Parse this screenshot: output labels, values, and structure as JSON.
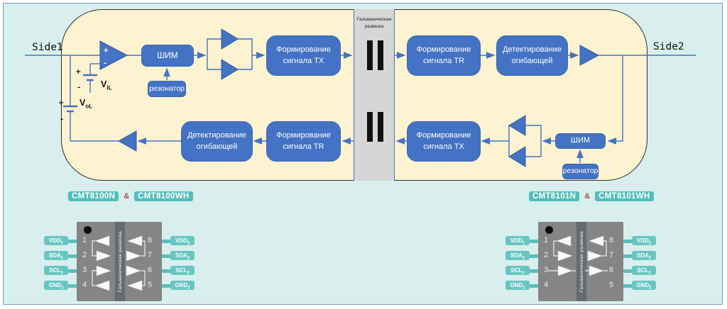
{
  "colors": {
    "accent_blue": "#4472C4",
    "cream": "#FDF3D1",
    "teal_background": "#D8EFED",
    "badge_teal": "#52BDBA",
    "chip_gray": "#858585",
    "ampersand_red": "#9E5147"
  },
  "sides": {
    "left": "Side1",
    "right": "Side2"
  },
  "isolation": {
    "label": "Гальваническая развязка"
  },
  "signs": {
    "plus": "+",
    "minus": "-"
  },
  "voltages": {
    "input": {
      "main": "V",
      "sub": "IL"
    },
    "output": {
      "main": "V",
      "sub": "oL"
    }
  },
  "flow": {
    "pwm_top": "ШИМ",
    "resonator_top": "резонатор",
    "tx_top": "Формирование сигнала TX",
    "tr_top": "Формирование сигнала TR",
    "env_top": "Детектирование огибающей",
    "env_bottom": "Детектирование огибающей",
    "tr_bottom": "Формирование сигнала TR",
    "tx_bottom": "Формирование сигнала TX",
    "pwm_bottom": "ШИМ",
    "resonator_bottom": "резонатор"
  },
  "chips": {
    "left": {
      "names": [
        "CMT8100N",
        "CMT8100WH"
      ],
      "amp": "&",
      "stripe_label": "Гальваническая развязка",
      "pins_left": [
        {
          "num": "1",
          "base": "VDD",
          "sub": "1"
        },
        {
          "num": "2",
          "base": "SDA",
          "sub": "1"
        },
        {
          "num": "3",
          "base": "SCL",
          "sub": "1"
        },
        {
          "num": "4",
          "base": "GND",
          "sub": "1"
        }
      ],
      "pins_right": [
        {
          "num": "8",
          "base": "VDD",
          "sub": "2"
        },
        {
          "num": "7",
          "base": "SDA",
          "sub": "2"
        },
        {
          "num": "6",
          "base": "SCL",
          "sub": "2"
        },
        {
          "num": "5",
          "base": "GND",
          "sub": "2"
        }
      ]
    },
    "right": {
      "names": [
        "CMT8101N",
        "CMT8101WH"
      ],
      "amp": "&",
      "stripe_label": "Гальваническая развязка",
      "pins_left": [
        {
          "num": "1",
          "base": "VDD",
          "sub": "1"
        },
        {
          "num": "2",
          "base": "SDA",
          "sub": "1"
        },
        {
          "num": "3",
          "base": "SCL",
          "sub": "1"
        },
        {
          "num": "4",
          "base": "GND",
          "sub": "1"
        }
      ],
      "pins_right": [
        {
          "num": "8",
          "base": "VDD",
          "sub": "2"
        },
        {
          "num": "7",
          "base": "SDA",
          "sub": "2"
        },
        {
          "num": "6",
          "base": "SCL",
          "sub": "2"
        },
        {
          "num": "5",
          "base": "GND",
          "sub": "2"
        }
      ]
    }
  }
}
